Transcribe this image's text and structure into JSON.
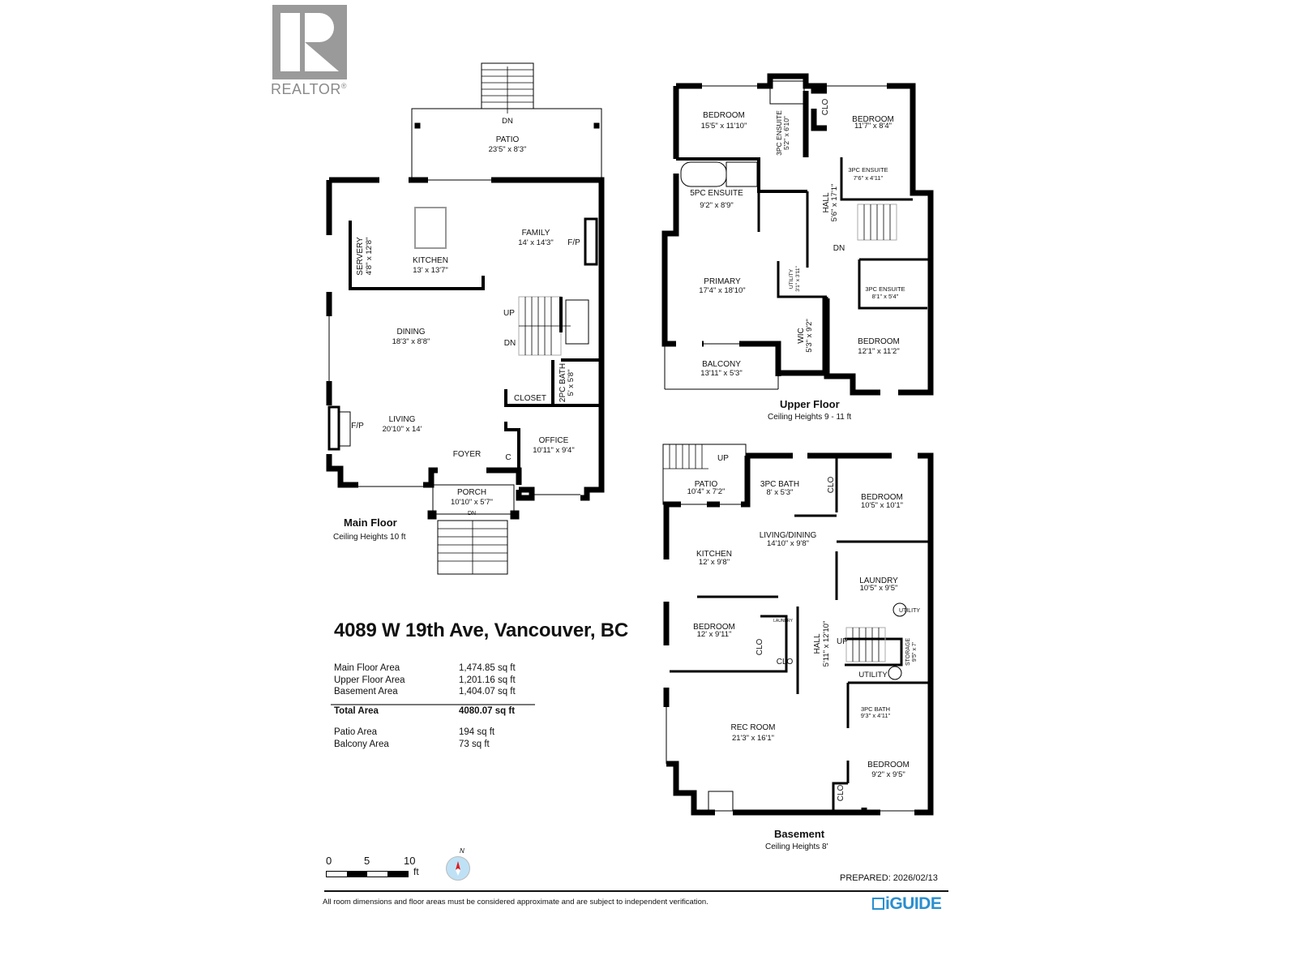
{
  "branding": {
    "logo_text": "REALTOR",
    "logo_reg": "®",
    "iguide": "iGUIDE"
  },
  "address": "4089 W 19th Ave, Vancouver, BC",
  "areas": {
    "rows": [
      {
        "label": "Main Floor Area",
        "value": "1,474.85 sq ft"
      },
      {
        "label": "Upper Floor Area",
        "value": "1,201.16 sq ft"
      },
      {
        "label": "Basement Area",
        "value": "1,404.07 sq ft"
      }
    ],
    "total": {
      "label": "Total Area",
      "value": "4080.07 sq ft"
    },
    "extras": [
      {
        "label": "Patio Area",
        "value": "194 sq ft"
      },
      {
        "label": "Balcony Area",
        "value": "73 sq ft"
      }
    ]
  },
  "floors": {
    "main": {
      "title": "Main Floor",
      "ceiling": "Ceiling Heights 10 ft",
      "rooms": {
        "patio": {
          "name": "PATIO",
          "dim": "23'5\" x 8'3\""
        },
        "family": {
          "name": "FAMILY",
          "dim": "14' x 14'3\""
        },
        "kitchen": {
          "name": "KITCHEN",
          "dim": "13' x 13'7\""
        },
        "servery": {
          "name": "SERVERY",
          "dim": "4'8\" x 12'8\""
        },
        "dining": {
          "name": "DINING",
          "dim": "18'3\" x 8'8\""
        },
        "living": {
          "name": "LIVING",
          "dim": "20'10\" x 14'"
        },
        "office": {
          "name": "OFFICE",
          "dim": "10'11\" x 9'4\""
        },
        "porch": {
          "name": "PORCH",
          "dim": "10'10\" x 5'7\""
        },
        "bath2pc": {
          "name": "2PC BATH",
          "dim": "5' x 5'8\""
        },
        "closet": {
          "name": "CLOSET"
        },
        "foyer": {
          "name": "FOYER"
        },
        "c": {
          "name": "C"
        }
      },
      "labels": {
        "fp1": "F/P",
        "fp2": "F/P",
        "up": "UP",
        "dn": "DN",
        "patio_dn": "DN",
        "porch_dn": "DN"
      }
    },
    "upper": {
      "title": "Upper Floor",
      "ceiling": "Ceiling Heights 9 - 11 ft",
      "rooms": {
        "bed1": {
          "name": "BEDROOM",
          "dim": "15'5\" x 11'10\""
        },
        "ens1": {
          "name": "3PC ENSUITE",
          "dim": "5'2\" x 6'10\""
        },
        "bed2": {
          "name": "BEDROOM",
          "dim": "11'7\" x 8'4\""
        },
        "ens2": {
          "name": "3PC ENSUITE",
          "dim": "7'6\" x 4'11\""
        },
        "ens5": {
          "name": "5PC ENSUITE",
          "dim": "9'2\" x 8'9\""
        },
        "hall": {
          "name": "HALL",
          "dim": "5'6\" x 17'1\""
        },
        "primary": {
          "name": "PRIMARY",
          "dim": "17'4\" x 18'10\""
        },
        "utility": {
          "name": "UTILITY",
          "dim": "3'1\" x 3'11\""
        },
        "ens3": {
          "name": "3PC ENSUITE",
          "dim": "8'1\" x 5'4\""
        },
        "wic": {
          "name": "WIC",
          "dim": "5'3\" x 9'2\""
        },
        "bed3": {
          "name": "BEDROOM",
          "dim": "12'1\" x 11'2\""
        },
        "balcony": {
          "name": "BALCONY",
          "dim": "13'11\" x 5'3\""
        }
      },
      "labels": {
        "clo": "CLO",
        "dn": "DN"
      }
    },
    "basement": {
      "title": "Basement",
      "ceiling": "Ceiling Heights 8'",
      "rooms": {
        "patio": {
          "name": "PATIO",
          "dim": "10'4\" x 7'2\""
        },
        "bath1": {
          "name": "3PC BATH",
          "dim": "8' x 5'3\""
        },
        "bed1": {
          "name": "BEDROOM",
          "dim": "10'5\" x 10'1\""
        },
        "living": {
          "name": "LIVING/DINING",
          "dim": "14'10\" x 9'8\""
        },
        "kitchen": {
          "name": "KITCHEN",
          "dim": "12' x 9'8\""
        },
        "laundry": {
          "name": "LAUNDRY",
          "dim": "10'5\" x 9'5\""
        },
        "bed2": {
          "name": "BEDROOM",
          "dim": "12' x 9'11\""
        },
        "hall": {
          "name": "HALL",
          "dim": "5'11\" x 12'10\""
        },
        "storage": {
          "name": "STORAGE",
          "dim": "9'5\" x 7'"
        },
        "bath2": {
          "name": "3PC BATH",
          "dim": "9'3\" x 4'11\""
        },
        "rec": {
          "name": "REC ROOM",
          "dim": "21'3\" x 16'1\""
        },
        "bed3": {
          "name": "BEDROOM",
          "dim": "9'2\" x 9'5\""
        }
      },
      "labels": {
        "up": "UP",
        "up2": "UP",
        "clo1": "CLO",
        "clo2": "CLO",
        "clo3": "CLO",
        "clo4": "CLO",
        "utility1": "UTILITY",
        "utility2": "UTILITY",
        "laundry_small": "LAUNDRY"
      }
    }
  },
  "scale": {
    "ticks": [
      "0",
      "5",
      "10"
    ],
    "unit": "ft"
  },
  "compass": {
    "north": "N"
  },
  "prepared": "PREPARED: 2026/02/13",
  "disclaimer": "All room dimensions and floor areas must be considered approximate and are subject to independent verification."
}
